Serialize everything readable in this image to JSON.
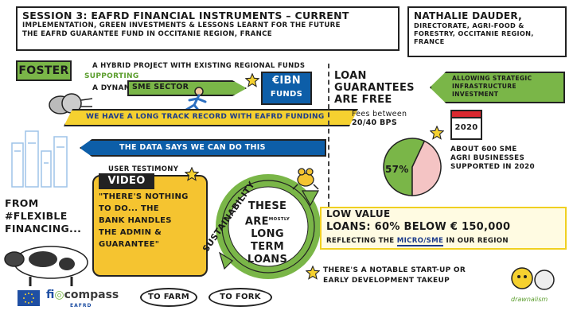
{
  "title": {
    "line1": "Session 3: EAFRD Financial Instruments – current",
    "line2": "implementation, green investments & lessons learnt for the future",
    "line3": "The EAFRD Guarantee Fund in Occitanie Region, France"
  },
  "speaker": {
    "name": "Nathalie Dauder,",
    "dept_lines": [
      "Directorate, Agri-Food &",
      "Forestry, Occitanie Region,",
      "France"
    ]
  },
  "foster": {
    "label": "Foster",
    "hybrid_text": "a hybrid project with existing regional funds",
    "supporting": "Supporting",
    "dynamic": "a dynamic",
    "sme_sector": "SME sector"
  },
  "ibn": {
    "line1": "€IBN",
    "line2": "Funds"
  },
  "bands": {
    "track_record": "We have a long track record with EAFRD funding",
    "data_says": "The data says we can do this"
  },
  "loans": {
    "free": [
      "Loan",
      "guarantees",
      "are free"
    ],
    "fees_line1": "Fees between",
    "fees_line2": "20/40 BPS",
    "strategic": [
      "Allowing strategic",
      "infrastructure",
      "investment"
    ],
    "year": "2020",
    "pie_label": "57%",
    "sme_count": [
      "About 600 SME",
      "agri businesses",
      "supported in 2020"
    ]
  },
  "testimony": {
    "user_label": "User testimony",
    "video": "Video",
    "quote_lines": [
      "\"There's nothing",
      "to do... the",
      "bank handles",
      "the admin &",
      "guarantee\""
    ]
  },
  "flexible": {
    "lines": [
      "From",
      "#Flexible",
      "financing..."
    ]
  },
  "cycle": {
    "label": "Sustainability",
    "text_pre": "These",
    "text_are": "are",
    "text_mostly": "mostly",
    "text_long": "long",
    "text_term": "term",
    "text_loans": "loans"
  },
  "farm_fork": {
    "farm": "To farm",
    "fork": "To fork"
  },
  "low_value": {
    "line1": "Low value",
    "line2": "Loans: 60% below € 150,000",
    "line3_pre": "Reflecting the ",
    "line3_micro": "Micro/SME",
    "line3_post": " in our region"
  },
  "startup": [
    "There's a notable start-up or",
    "early development takeup"
  ],
  "logos": {
    "fi": "fi",
    "compass": "compass",
    "eafrd": "EAFRD",
    "drawnalism": "drawnalism"
  },
  "colors": {
    "green": "#7ab648",
    "blue": "#0d5ea8",
    "yellow": "#f5d130",
    "red": "#d9282f",
    "pink": "#f4c4c4"
  },
  "chart_data": {
    "type": "pie",
    "values": [
      57,
      43
    ],
    "labels": [
      "57%",
      ""
    ],
    "colors": [
      "#7ab648",
      "#f4c4c4"
    ]
  }
}
